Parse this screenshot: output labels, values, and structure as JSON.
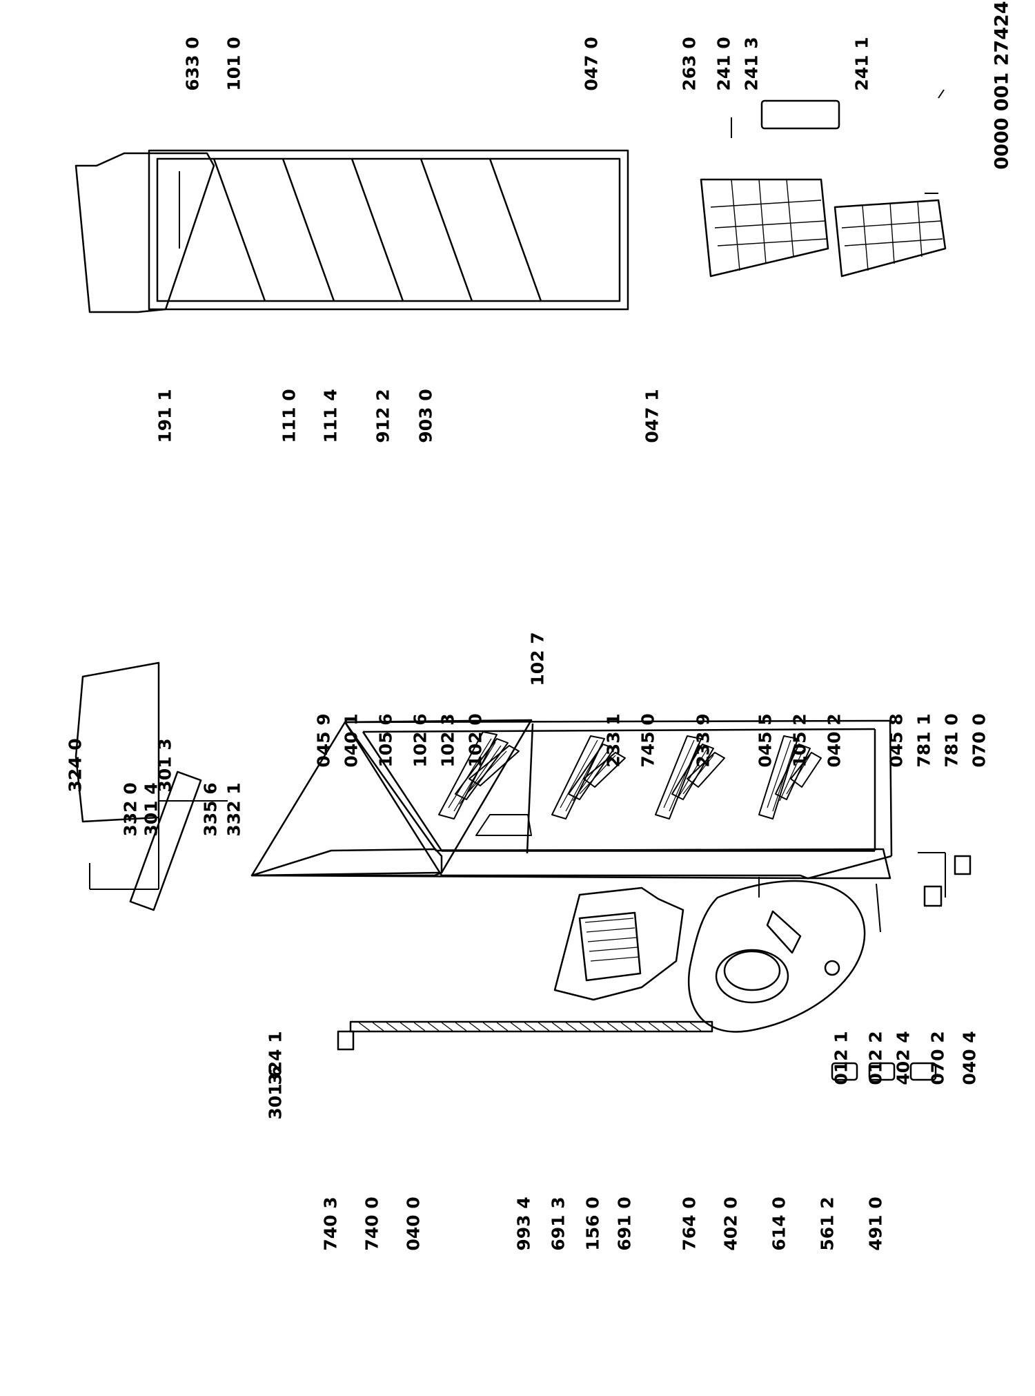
{
  "document": {
    "code": "0000 001 27424"
  },
  "labels": {
    "l3240": "324 0",
    "l3013": "301 3",
    "l3320": "332 0",
    "l3014": "301 4",
    "l3356": "335 6",
    "l3321": "332 1",
    "l3241": "324 1",
    "l3016": "301 6",
    "l7403": "740 3",
    "l7400": "740 0",
    "l0400": "040 0",
    "l9934": "993 4",
    "l6913": "691 3",
    "l1560": "156 0",
    "l6910": "691 0",
    "l7640": "764 0",
    "l4020": "402 0",
    "l6140": "614 0",
    "l5612": "561 2",
    "l4910": "491 0",
    "l0121": "012 1",
    "l0122": "012 2",
    "l4024": "402 4",
    "l0702": "070 2",
    "l0404": "040 4",
    "l0459": "045 9",
    "l0401": "040 1",
    "l1056": "105 6",
    "l1026": "102 6",
    "l1023": "102 3",
    "l1020": "102 0",
    "l1027": "102 7",
    "l2331": "233 1",
    "l7450": "745 0",
    "l2339": "233 9",
    "l0455": "045 5",
    "l1052": "105 2",
    "l0402": "040 2",
    "l0458": "045 8",
    "l7811": "781 1",
    "l7810": "781 0",
    "l0700": "070 0",
    "l6330": "633 0",
    "l1010": "101 0",
    "l0470": "047 0",
    "l2630": "263 0",
    "l2410": "241 0",
    "l2413": "241 3",
    "l2411": "241 1",
    "l1911": "191 1",
    "l1110": "111 0",
    "l1114": "111 4",
    "l9122": "912 2",
    "l9030": "903 0",
    "l0471": "047 1"
  }
}
